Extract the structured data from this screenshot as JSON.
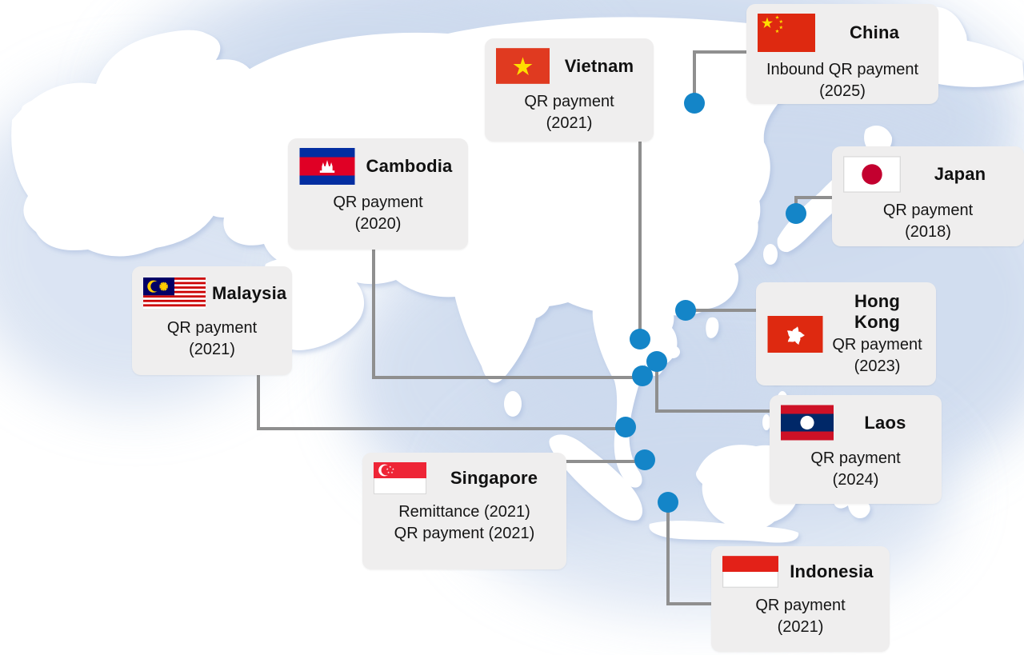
{
  "palette": {
    "marker_blue": "#1485c8",
    "connector_gray": "#8f8f8f",
    "card_background": "#efeeee",
    "sea_tint": "#cddaee"
  },
  "map": {
    "icon": "world-map-asia"
  },
  "countries": {
    "china": {
      "name": "China",
      "flag_icon": "china-flag",
      "lines": [
        "Inbound QR payment",
        "(2025)"
      ]
    },
    "vietnam": {
      "name": "Vietnam",
      "flag_icon": "vietnam-flag",
      "lines": [
        "QR payment",
        "(2021)"
      ]
    },
    "japan": {
      "name": "Japan",
      "flag_icon": "japan-flag",
      "lines": [
        "QR payment",
        "(2018)"
      ]
    },
    "cambodia": {
      "name": "Cambodia",
      "flag_icon": "cambodia-flag",
      "lines": [
        "QR payment",
        "(2020)"
      ]
    },
    "malaysia": {
      "name": "Malaysia",
      "flag_icon": "malaysia-flag",
      "lines": [
        "QR payment",
        "(2021)"
      ]
    },
    "hongkong": {
      "name": "Hong Kong",
      "flag_icon": "hong-kong-flag",
      "lines": [
        "QR payment",
        "(2023)"
      ]
    },
    "laos": {
      "name": "Laos",
      "flag_icon": "laos-flag",
      "lines": [
        "QR payment",
        "(2024)"
      ]
    },
    "singapore": {
      "name": "Singapore",
      "flag_icon": "singapore-flag",
      "lines": [
        "Remittance (2021)",
        "QR payment (2021)"
      ]
    },
    "indonesia": {
      "name": "Indonesia",
      "flag_icon": "indonesia-flag",
      "lines": [
        "QR payment",
        "(2021)"
      ]
    }
  }
}
